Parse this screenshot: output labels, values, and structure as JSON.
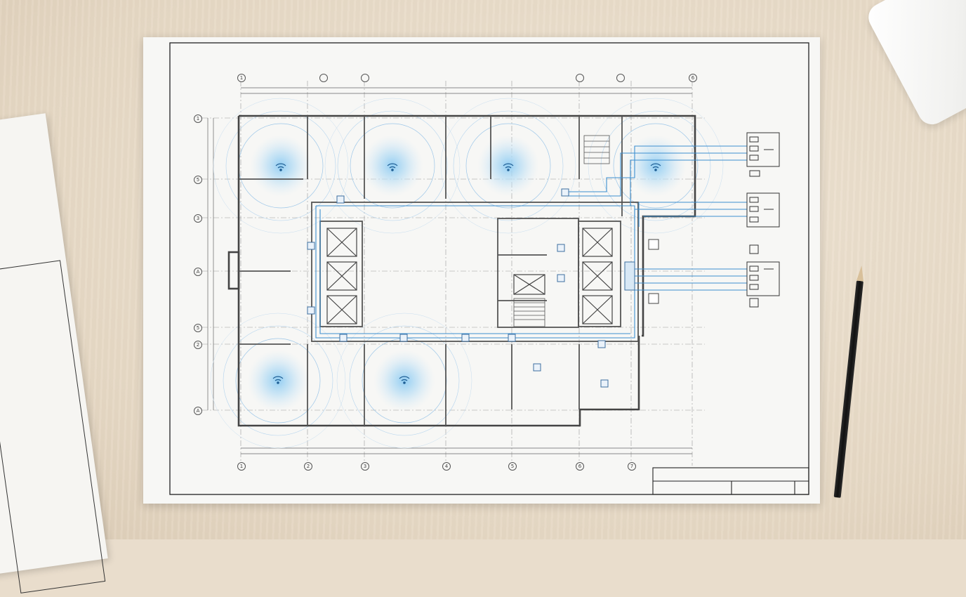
{
  "scene": {
    "description_hidden": false
  },
  "colors": {
    "desk": "#e9ddcc",
    "paper": "#f7f7f5",
    "ink": "#4a4a4a",
    "wifi": "#2f8fd6",
    "wifi_glow": "#9fd0f2",
    "cable": "#3d8fd0"
  },
  "grid": {
    "top_markers": [
      "1",
      "",
      "",
      "",
      "",
      "6"
    ],
    "bottom_markers": [
      "1",
      "2",
      "3",
      "4",
      "5",
      "6",
      "7"
    ],
    "left_markers": [
      "1",
      "5",
      "3",
      "A",
      "5",
      "2",
      "A"
    ]
  },
  "icons": {
    "access_point": "wifi-icon",
    "elevator": "elevator-icon",
    "stair": "stair-icon",
    "device": "network-device-icon",
    "rack": "equipment-rack-icon"
  },
  "access_points": [
    {
      "id": "ap-1"
    },
    {
      "id": "ap-2"
    },
    {
      "id": "ap-3"
    },
    {
      "id": "ap-4"
    },
    {
      "id": "ap-5"
    },
    {
      "id": "ap-6"
    }
  ],
  "equipment_panels": [
    {
      "id": "panel-1",
      "slots": 4
    },
    {
      "id": "panel-2",
      "slots": 3
    },
    {
      "id": "panel-3",
      "slots": 5
    }
  ],
  "title_block": {
    "row1": [
      "",
      ""
    ],
    "row2": [
      "",
      "",
      ""
    ]
  }
}
